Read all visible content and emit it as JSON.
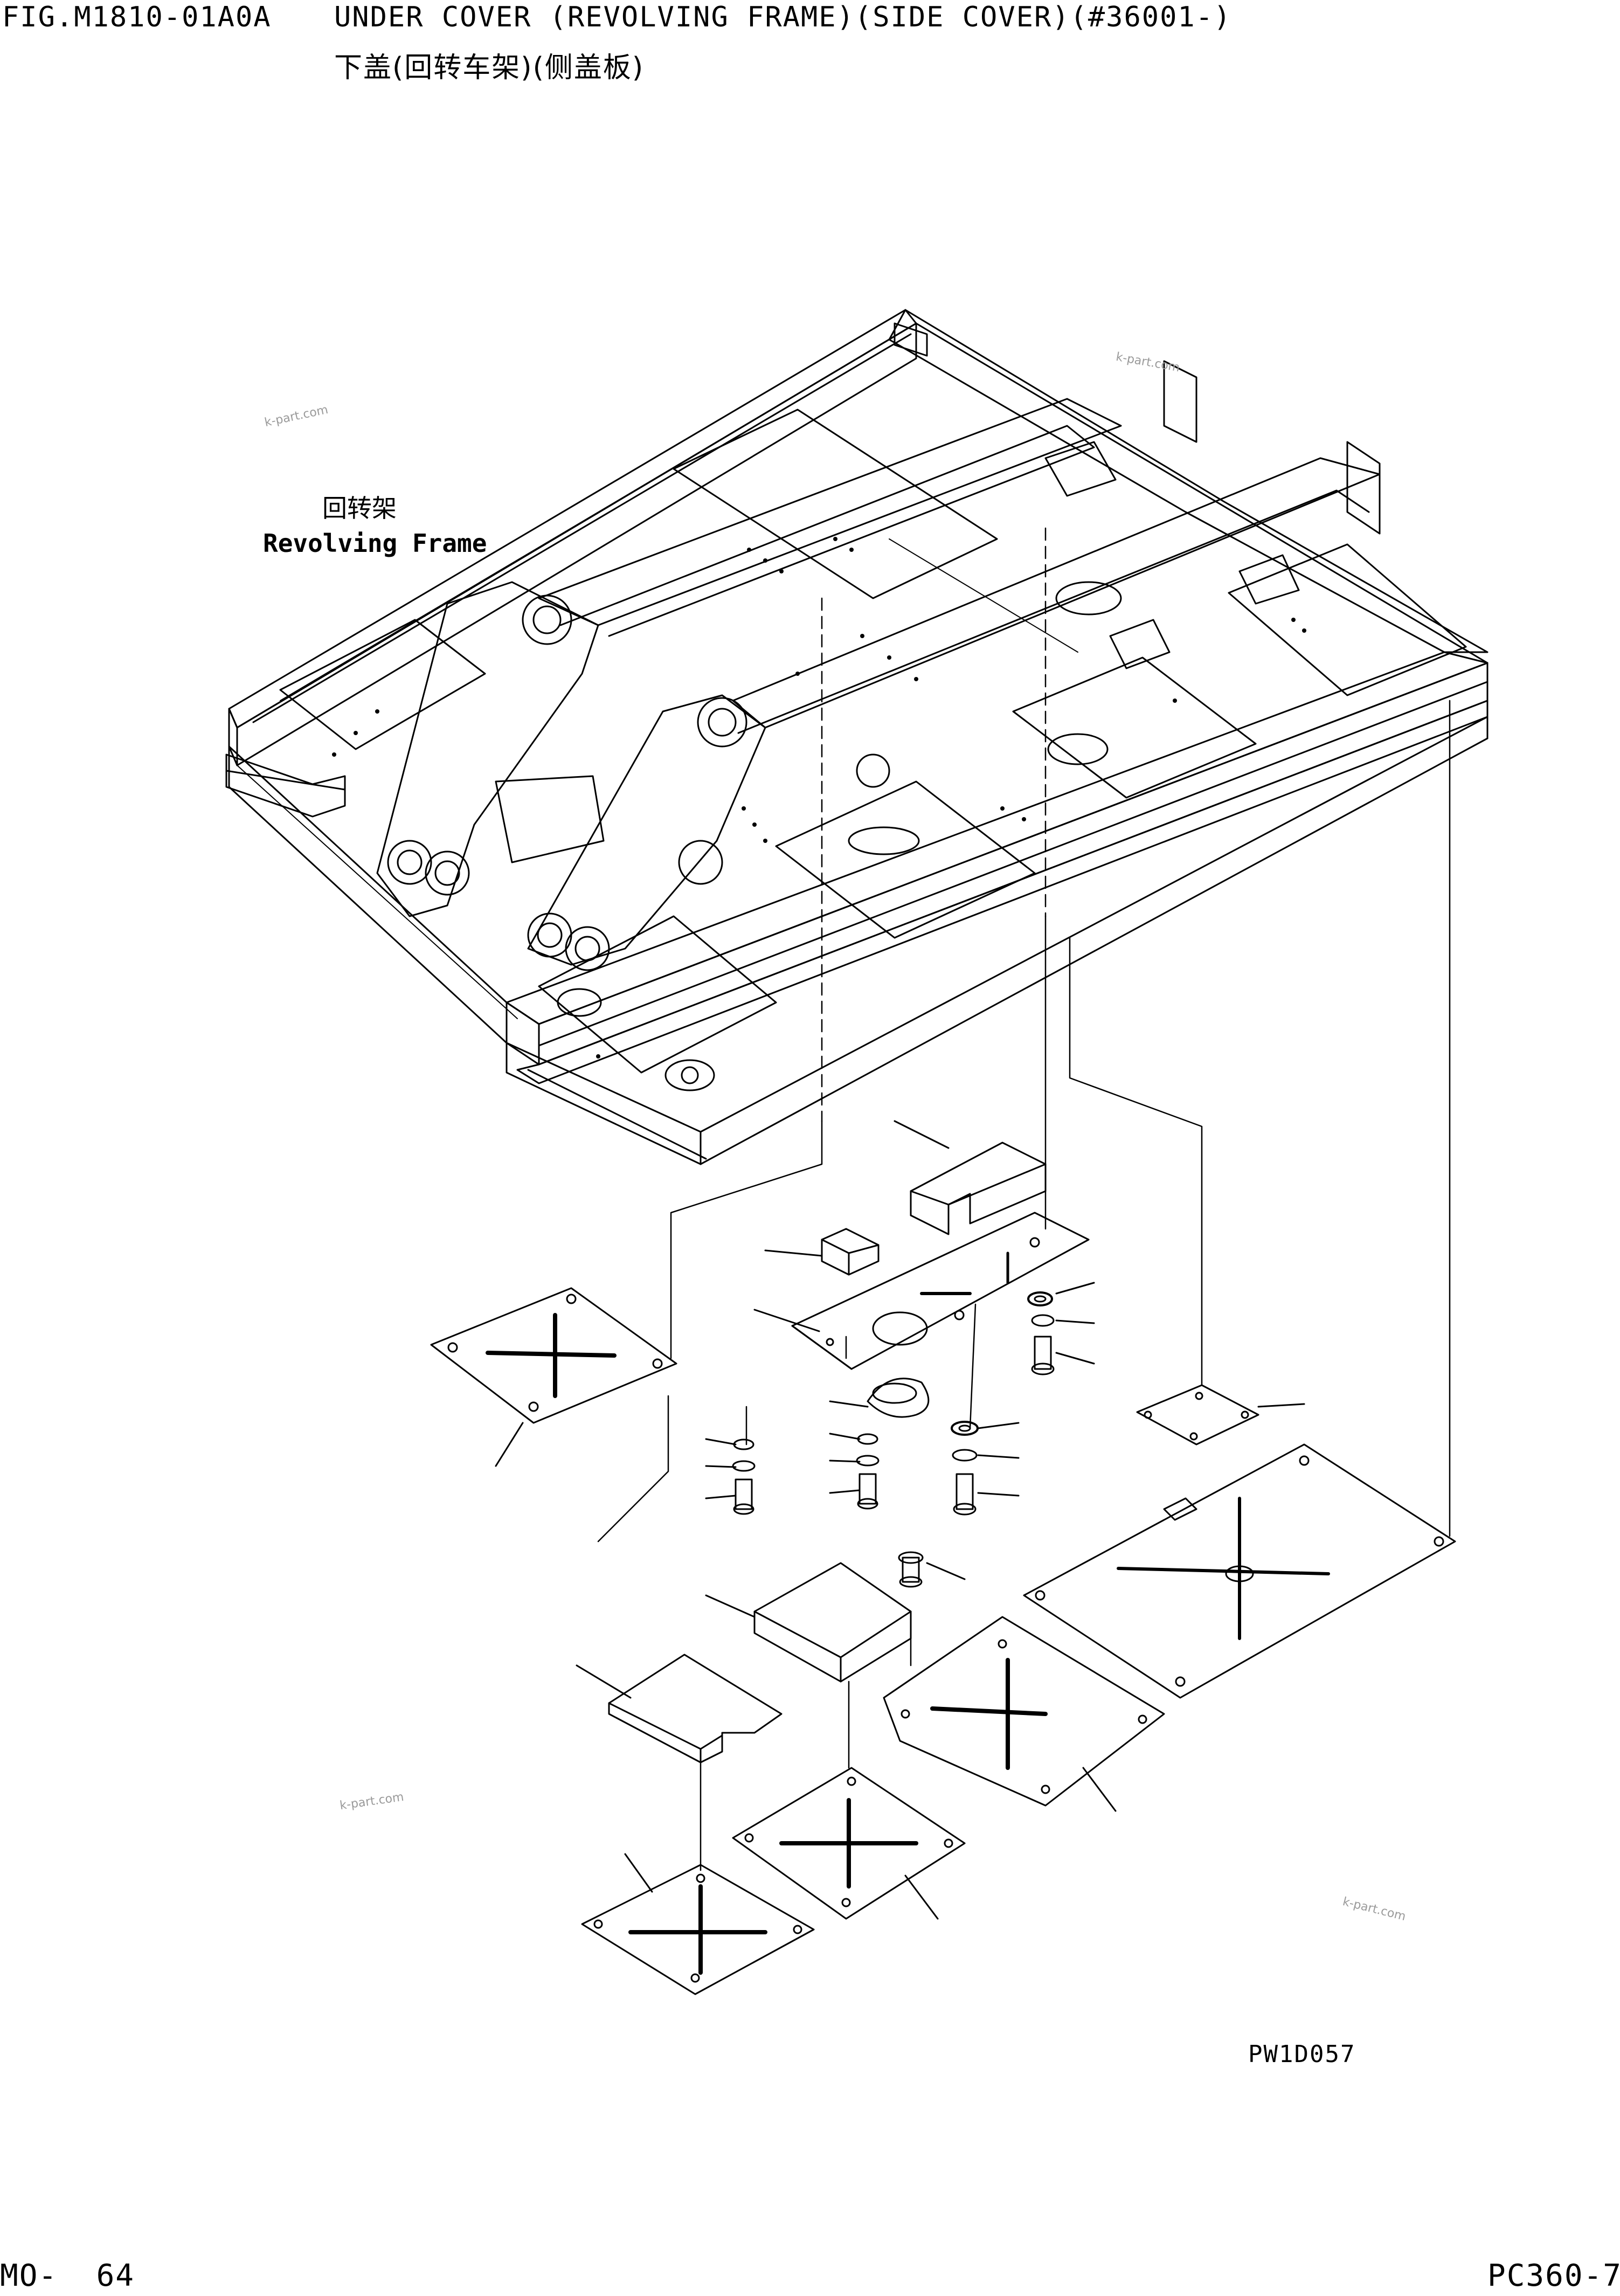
{
  "header": {
    "fig_id": "FIG.M1810-01A0A",
    "title_en": "UNDER COVER (REVOLVING FRAME)(SIDE COVER)(#36001-)",
    "title_zh": "下盖(回转车架)(侧盖板)"
  },
  "callouts": {
    "frame_zh": "回转架",
    "frame_en": "Revolving Frame"
  },
  "drawing_code": "PW1D057",
  "footer": {
    "page": "MO-  64",
    "model": "PC360-7"
  },
  "watermarks": [
    "k-part.com",
    "k-part.com",
    "k-part.com",
    "k-part.com"
  ],
  "colors": {
    "line": "#000000",
    "watermark": "#9a9a9a",
    "background": "#ffffff"
  }
}
